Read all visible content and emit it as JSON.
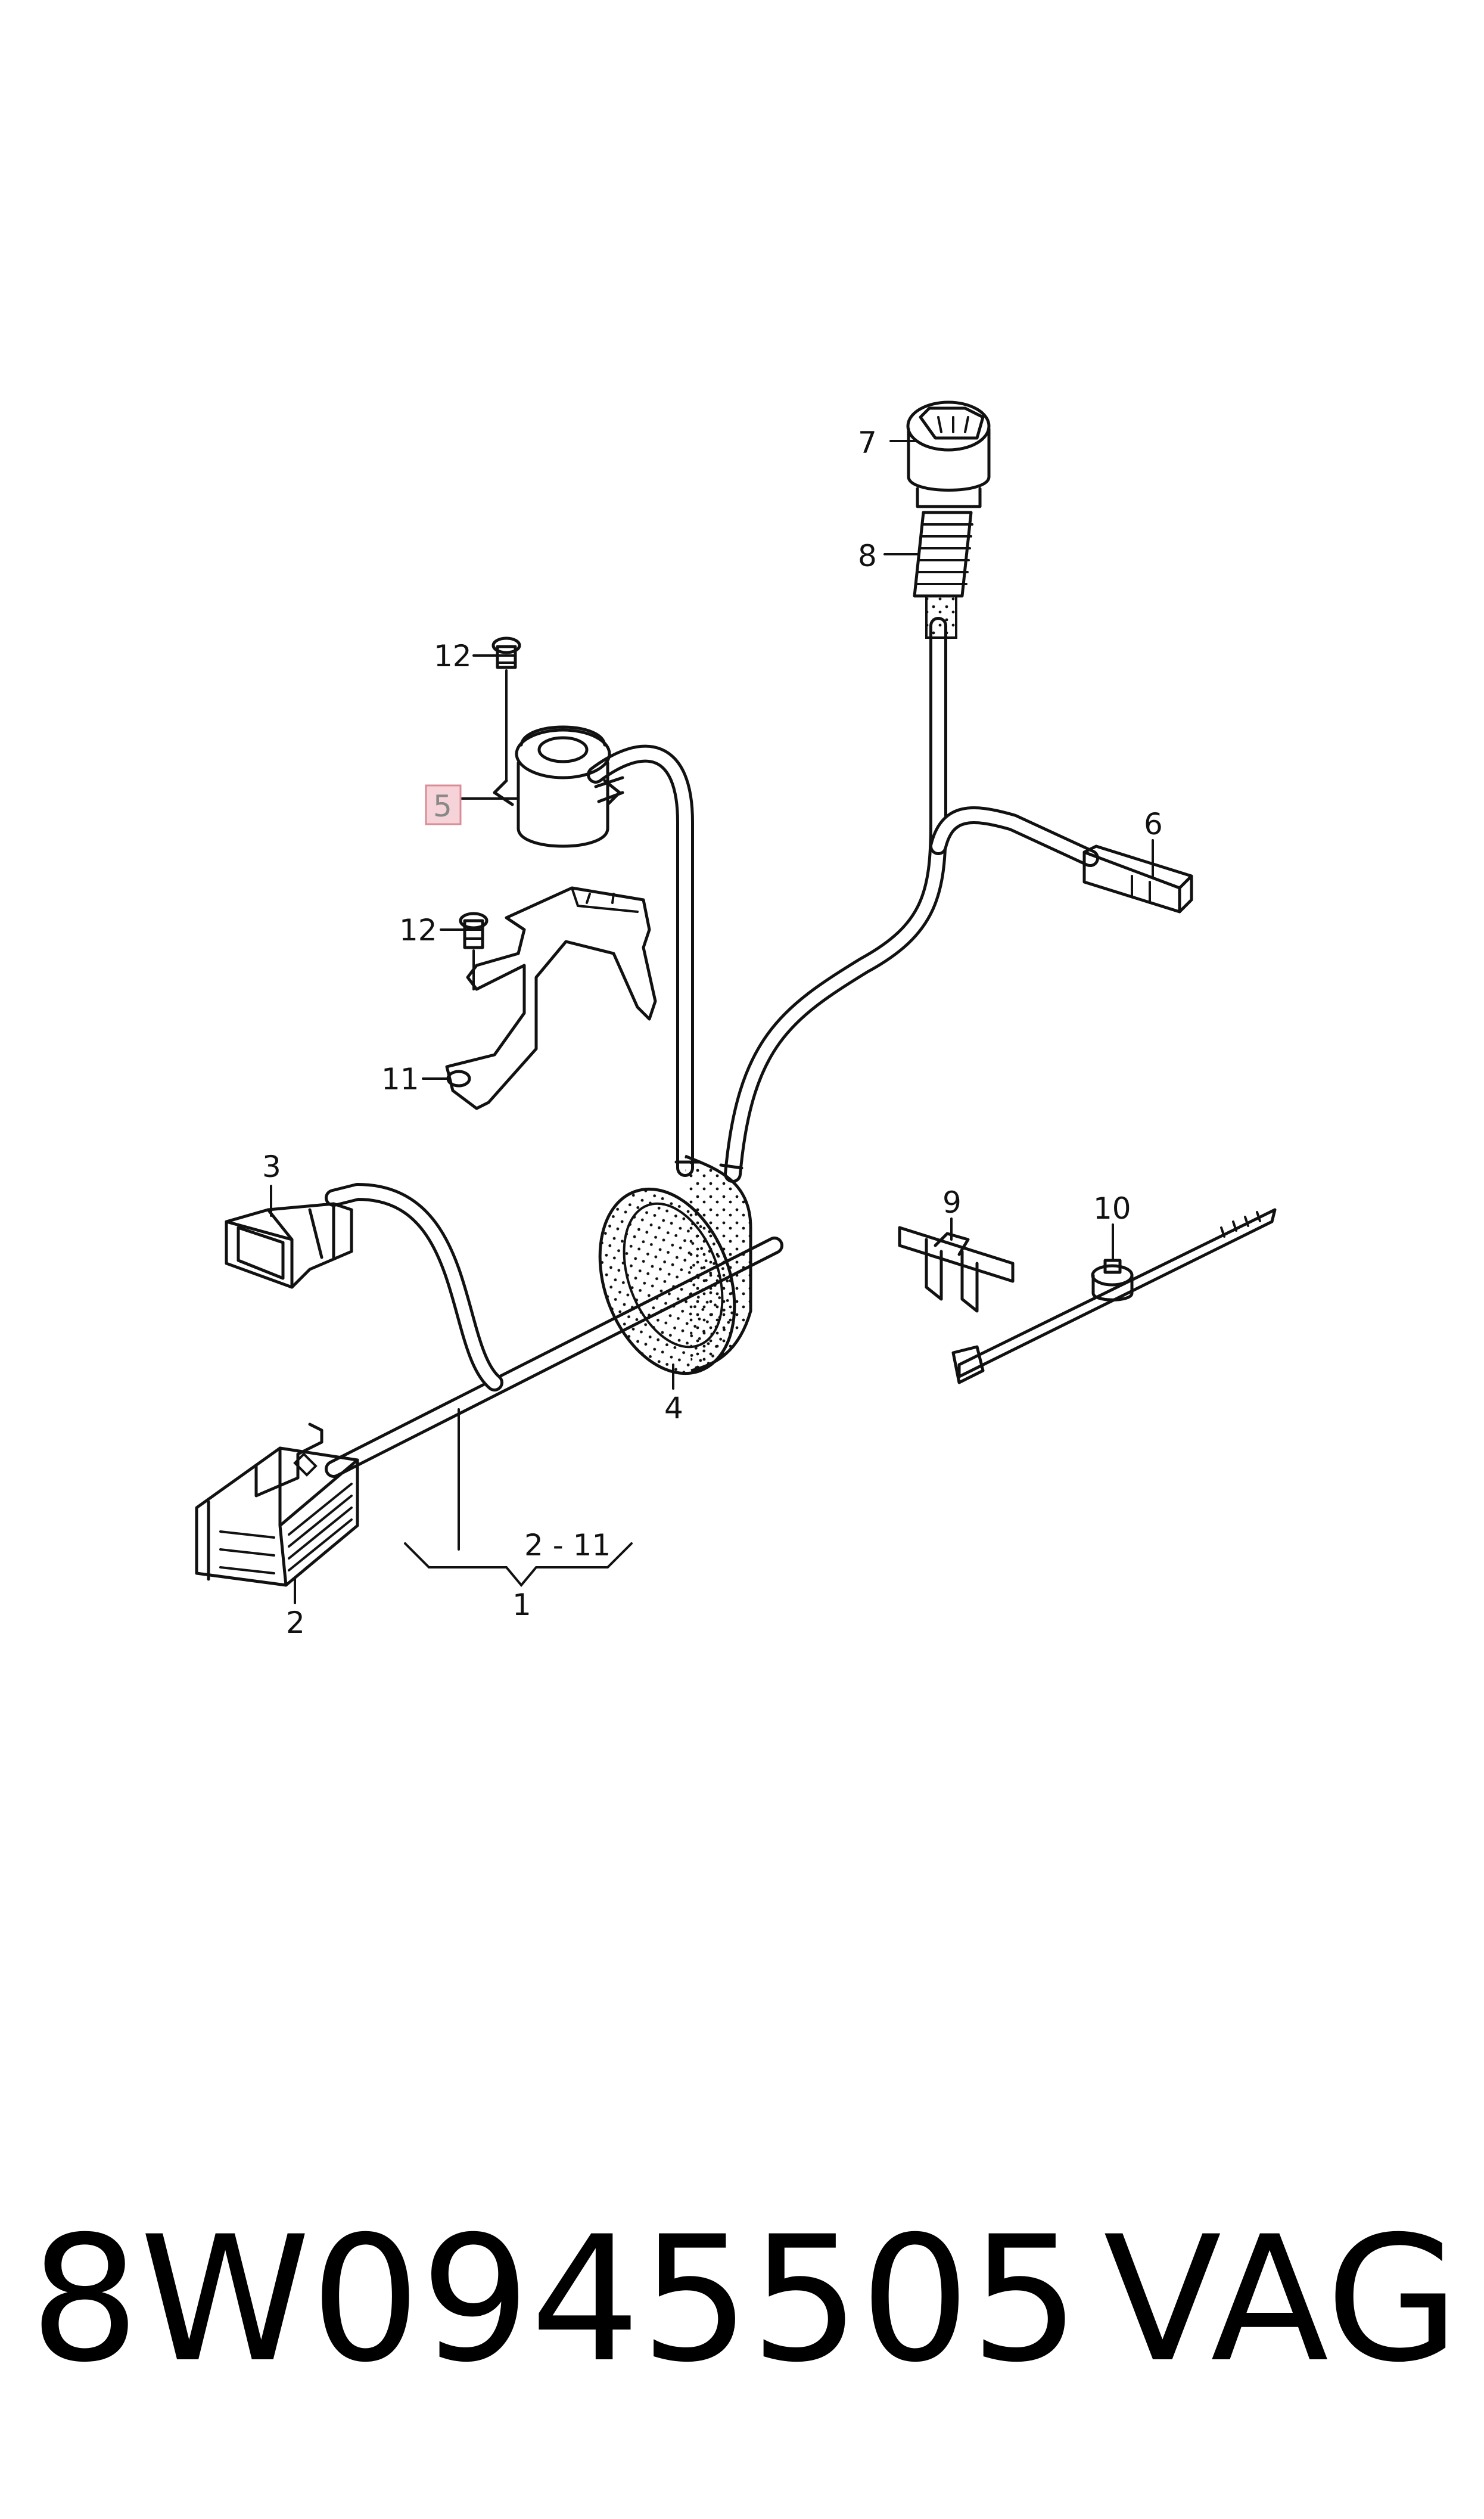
{
  "callouts": {
    "c1": "1",
    "c2": "2",
    "c3": "3",
    "c4": "4",
    "c5": "5",
    "c6": "6",
    "c7": "7",
    "c8": "8",
    "c9": "9",
    "c10": "10",
    "c11": "11",
    "c12a": "12",
    "c12b": "12",
    "range": "2 - 11"
  },
  "footer": {
    "part_number": "8W0945505",
    "brand": "VAG"
  },
  "colors": {
    "line": "#111111",
    "highlight_fill": "#f6d3d8",
    "highlight_stroke": "#d98c96"
  }
}
